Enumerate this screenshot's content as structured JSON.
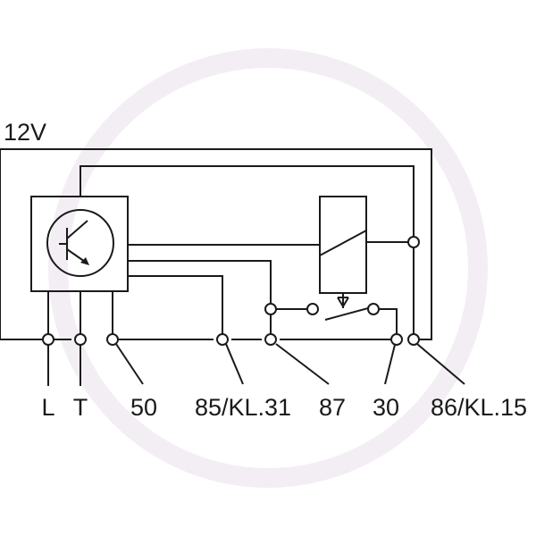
{
  "supply_label": "12V",
  "terminals": {
    "l": "L",
    "t": "T",
    "t50": "50",
    "t85": "85/KL.31",
    "t87": "87",
    "t30": "30",
    "t86": "86/KL.15"
  },
  "colors": {
    "line": "#1a1a1a",
    "watermark": "#f3eef4",
    "background": "#ffffff"
  }
}
